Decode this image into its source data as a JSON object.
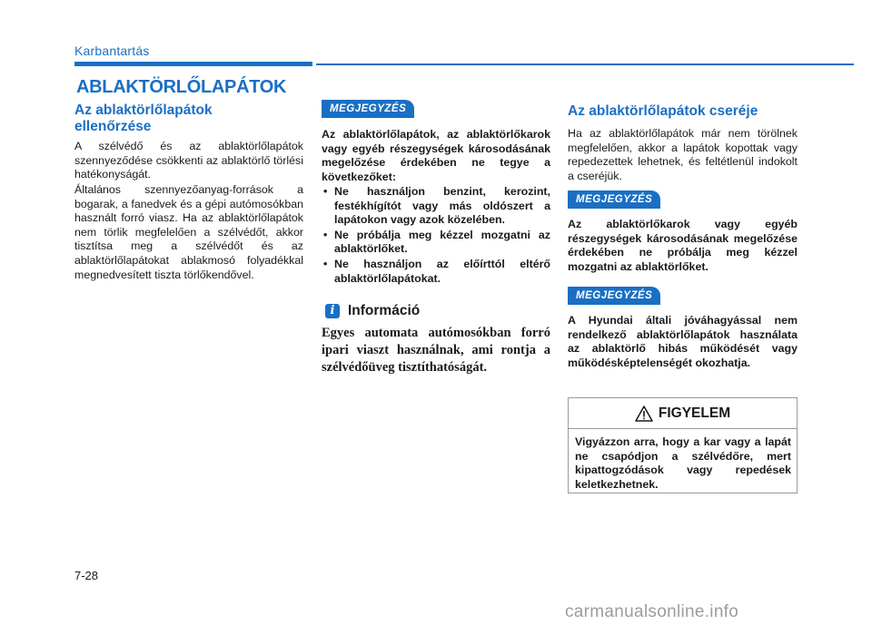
{
  "header": {
    "section": "Karbantartás",
    "title": "ABLAKTÖRLŐLAPÁTOK"
  },
  "left": {
    "heading": "Az ablaktörlőlapátok ellenőrzése",
    "para1": "A szélvédő és az ablaktörlőlapátok szennyeződése csökkenti az ablaktörlő törlési hatékonyságát.",
    "para2": "Általános szennyezőanyag-források a bogarak, a fanedvek és a gépi autómosókban használt forró viasz. Ha az ablaktörlőlapátok nem törlik megfelelően a szélvédőt, akkor tisztítsa meg a szélvédőt és az ablaktörlőlapátokat ablakmosó folyadékkal megnedvesített tiszta törlőkendővel."
  },
  "middle": {
    "badge": "MEGJEGYZÉS",
    "intro": "Az ablaktörlőlapátok, az ablaktörlőkarok vagy egyéb részegységek károsodásának megelőzése érdekében ne tegye a következőket:",
    "bullets": [
      "Ne használjon benzint, kerozint, festékhígítót vagy más oldószert a lapátokon vagy azok közelében.",
      "Ne próbálja meg kézzel mozgatni az ablaktörlőket.",
      "Ne használjon az előírttól eltérő ablaktörlőlapátokat."
    ],
    "info_title": "Információ",
    "info_text": "Egyes automata autómosókban forró ipari viaszt használnak, ami rontja a szélvédőüveg tisztíthatóságát."
  },
  "right": {
    "heading": "Az ablaktörlőlapátok cseréje",
    "para": "Ha az ablaktörlőlapátok már nem törölnek megfelelően, akkor a lapátok kopottak vagy repedezettek lehetnek, és feltétlenül indokolt a cseréjük.",
    "badge1": "MEGJEGYZÉS",
    "note1": "Az ablaktörlőkarok vagy egyéb részegységek károsodásának megelőzése érdekében ne próbálja meg kézzel mozgatni az ablaktörlőket.",
    "badge2": "MEGJEGYZÉS",
    "note2": "A Hyundai általi jóváhagyással nem rendelkező ablaktörlőlapátok használata az ablaktörlő hibás működését vagy működésképtelenségét okozhatja.",
    "warning_title": "FIGYELEM",
    "warning_text": "Vigyázzon arra, hogy a kar vagy a lapát ne csapódjon a szélvédőre, mert kipattogzódások vagy repedések keletkezhetnek."
  },
  "footer": {
    "page_number": "7-28",
    "watermark": "carmanualsonline.info"
  },
  "colors": {
    "accent": "#1a6fc4"
  }
}
